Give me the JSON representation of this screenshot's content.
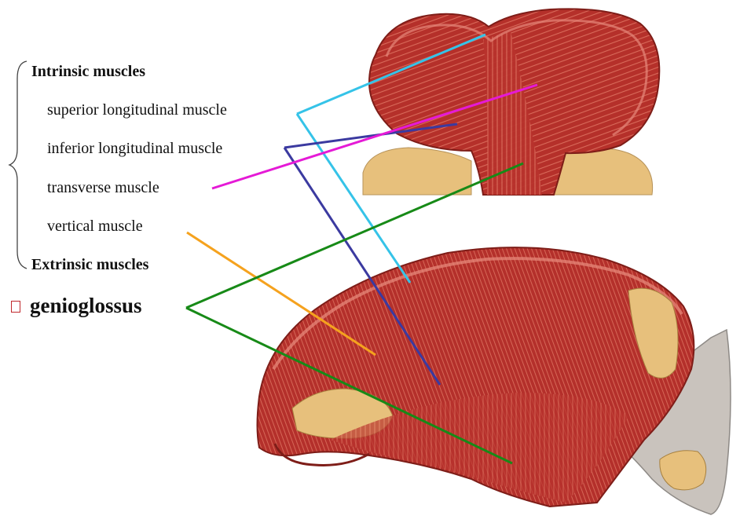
{
  "labels": {
    "intrinsic_heading": "Intrinsic muscles",
    "superior_longitudinal": "superior longitudinal muscle",
    "inferior_longitudinal": "inferior longitudinal muscle",
    "transverse": "transverse muscle",
    "vertical": "vertical muscle",
    "extrinsic_heading": "Extrinsic muscles",
    "genioglossus": "genioglossus"
  },
  "leader_colors": {
    "superior_longitudinal": "#35c3e8",
    "inferior_longitudinal": "#3b3aa0",
    "transverse": "#e51ad6",
    "vertical": "#f5a21e",
    "genioglossus": "#178a17"
  },
  "image_colors": {
    "muscle": "#b8322c",
    "muscle_light": "#cf5a4d",
    "fat": "#e7c07c",
    "tendon": "#c9c3bd",
    "background": "#ffffff"
  }
}
